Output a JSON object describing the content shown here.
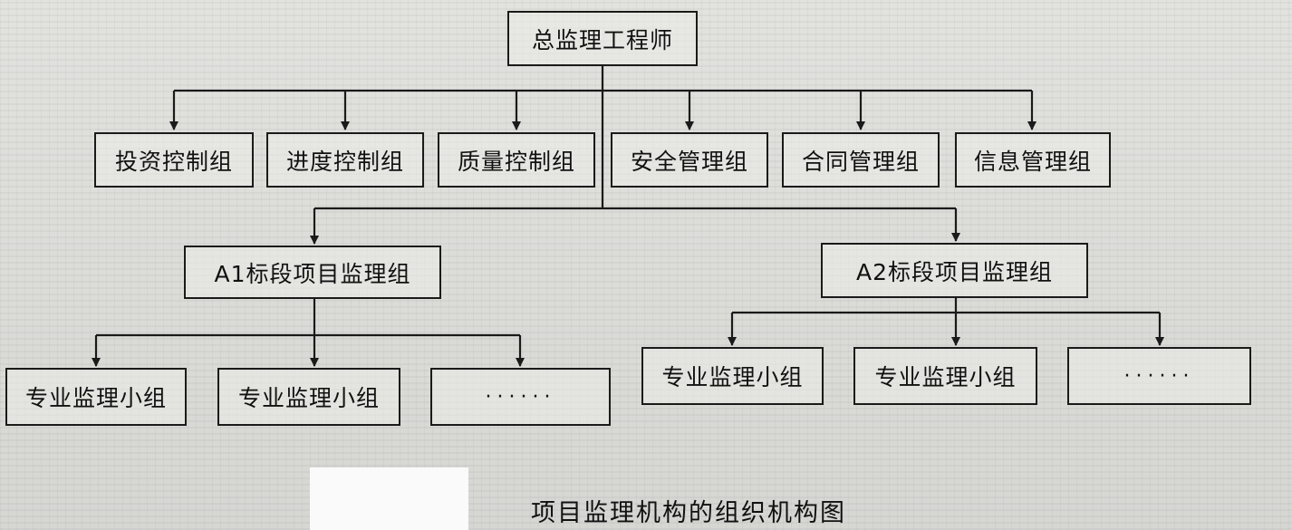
{
  "diagram": {
    "root": "总监理工程师",
    "control_groups": [
      "投资控制组",
      "进度控制组",
      "质量控制组",
      "安全管理组",
      "合同管理组",
      "信息管理组"
    ],
    "section_groups": [
      "A1标段项目监理组",
      "A2标段项目监理组"
    ],
    "a1_teams": [
      "专业监理小组",
      "专业监理小组",
      "······"
    ],
    "a2_teams": [
      "专业监理小组",
      "专业监理小组",
      "······"
    ],
    "caption": "项目监理机构的组织机构图"
  }
}
